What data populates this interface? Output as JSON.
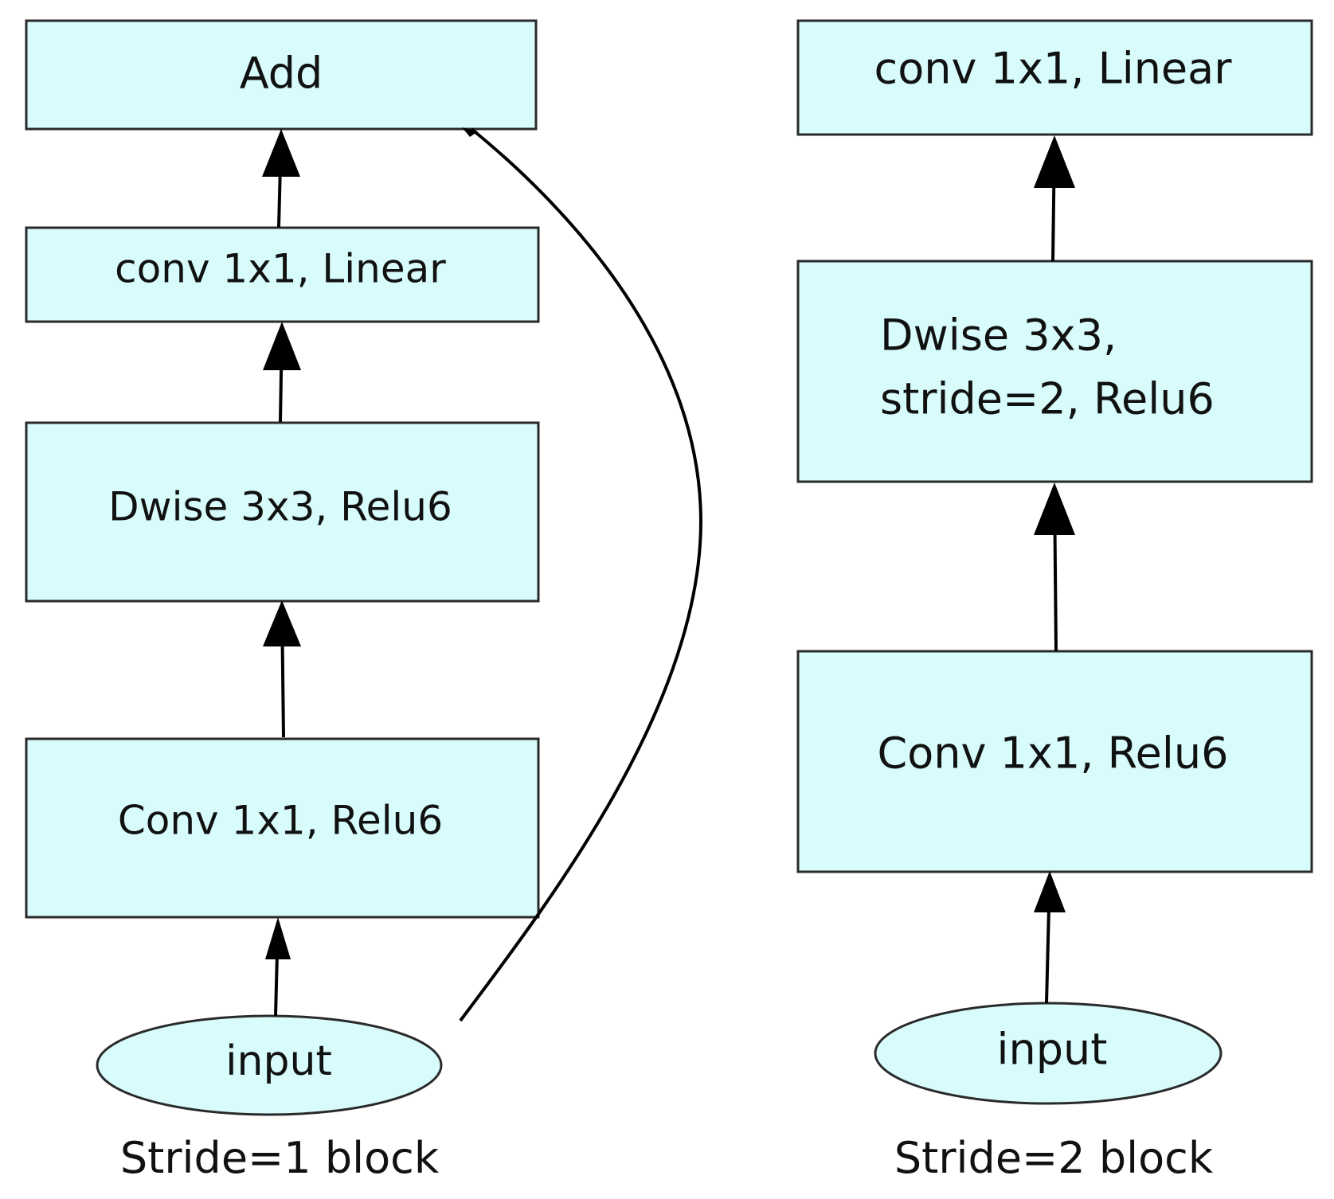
{
  "left_block": {
    "caption": "Stride=1 block",
    "nodes": {
      "add": "Add",
      "conv_linear": "conv 1x1, Linear",
      "dwise": "Dwise 3x3, Relu6",
      "conv_relu": "Conv 1x1, Relu6",
      "input": "input"
    }
  },
  "right_block": {
    "caption": "Stride=2 block",
    "nodes": {
      "conv_linear": "conv 1x1, Linear",
      "dwise_line1": "Dwise 3x3,",
      "dwise_line2": "stride=2, Relu6",
      "conv_relu": "Conv 1x1, Relu6",
      "input": "input"
    }
  },
  "colors": {
    "box_fill": "#d8fcfc",
    "stroke": "#2a2a2a",
    "arrow": "#000000"
  }
}
